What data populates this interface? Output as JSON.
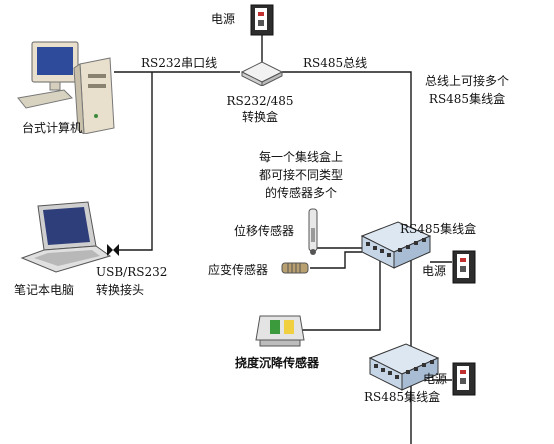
{
  "labels": {
    "power_top": "电源",
    "rs232_serial": "RS232串口线",
    "rs485_bus": "RS485总线",
    "bus_multi_line1": "总线上可接多个",
    "bus_multi_line2": "RS485集线盒",
    "converter_line1": "RS232/485",
    "converter_line2": "转换盒",
    "desktop": "台式计算机",
    "each_hub_line1": "每一个集线盒上",
    "each_hub_line2": "都可接不同类型",
    "each_hub_line3": "的传感器多个",
    "displacement_sensor": "位移传感器",
    "hub_mid": "RS485集线盒",
    "strain_sensor": "应变传感器",
    "power_mid": "电源",
    "usb_line1": "USB/RS232",
    "usb_line2": "转换接头",
    "laptop": "笔记本电脑",
    "deflection_sensor": "挠度沉降传感器",
    "power_bottom": "电源",
    "hub_bottom": "RS485集线盒"
  },
  "icons": {
    "desktop": "desktop-computer-icon",
    "laptop": "laptop-icon",
    "converter": "converter-box-icon",
    "hub": "rs485-hub-icon",
    "power": "power-adapter-icon",
    "displacement": "displacement-sensor-icon",
    "strain": "strain-sensor-icon",
    "deflection": "deflection-sensor-icon",
    "usb": "usb-adapter-icon"
  },
  "colors": {
    "wire": "#1a1a1a",
    "hub_blue": "#c6d6e6",
    "computer_beige": "#e8e0cc",
    "power_dark": "#333333"
  }
}
